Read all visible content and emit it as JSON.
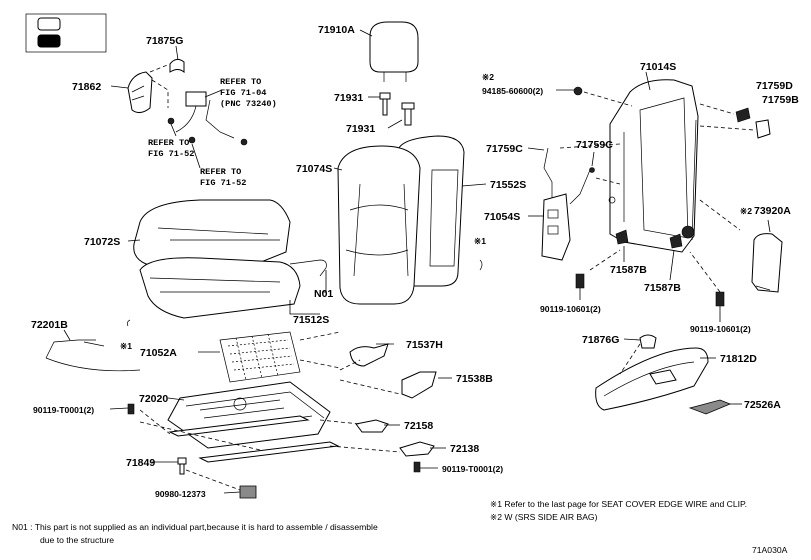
{
  "legend": {
    "frame": "legend-frame"
  },
  "labels": {
    "p71875G": "71875G",
    "p71862": "71862",
    "p71910A": "71910A",
    "p71931a": "71931",
    "p71931b": "71931",
    "p71074S": "71074S",
    "p71552S": "71552S",
    "p71072S": "71072S",
    "p71512S": "71512S",
    "n01": "N01",
    "p72201B": "72201B",
    "p71052A": "71052A",
    "p71537H": "71537H",
    "p71538B": "71538B",
    "p72020": "72020",
    "p90119T0001a": "90119-T0001(2)",
    "p90119T0001b": "90119-T0001(2)",
    "p72158": "72158",
    "p72138": "72138",
    "p71849": "71849",
    "p9098012373": "90980-12373",
    "p9418560600": "94185-60600(2)",
    "p71014S": "71014S",
    "p71759D": "71759D",
    "p71759B": "71759B",
    "p71759Ca": "71759C",
    "p71759Cb": "71759C",
    "p71054S": "71054S",
    "p73920A": "73920A",
    "p71587Ba": "71587B",
    "p71587Bb": "71587B",
    "p9011910601a": "90119-10601(2)",
    "p9011910601b": "90119-10601(2)",
    "p71876G": "71876G",
    "p71812D": "71812D",
    "p72526A": "72526A"
  },
  "marks": {
    "k1": "※1",
    "k2": "※2"
  },
  "refs": {
    "r1_line1": "REFER TO",
    "r1_line2": "FIG 71-04",
    "r1_line3": "(PNC 73240)",
    "r2_line1": "REFER TO",
    "r2_line2": "FIG 71-52",
    "r3_line1": "REFER TO",
    "r3_line2": "FIG 71-52"
  },
  "notes": {
    "note1": "※1  Refer to the last page for SEAT COVER EDGE WIRE and CLIP.",
    "note2": "※2  W (SRS SIDE AIR BAG)",
    "n01_line1": "N01 : This part is not supplied as an individual part,because it is hard to assemble / disassemble",
    "n01_line2": "due to the structure"
  },
  "diagram_code": "71A030A"
}
